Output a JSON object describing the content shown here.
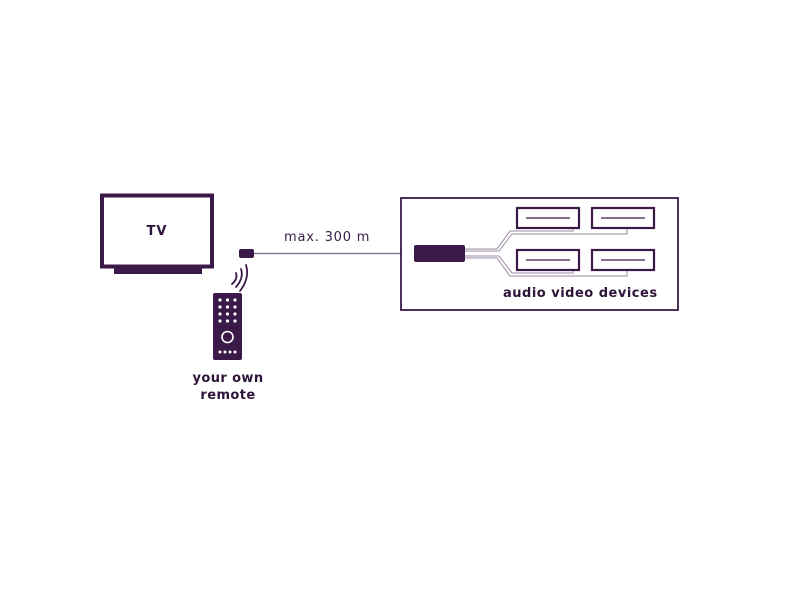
{
  "diagram": {
    "tv_label": "TV",
    "cable_label": "max. 300 m",
    "devices_label": "audio video devices",
    "remote_label_line1": "your own",
    "remote_label_line2": "remote"
  },
  "colors": {
    "primary": "#3b1a4a",
    "wire": "#9a8aa3",
    "background": "#ffffff"
  },
  "icons": [
    "tv-icon",
    "ir-receiver-icon",
    "ir-signal-icon",
    "remote-control-icon",
    "ir-hub-icon",
    "av-device-icon"
  ]
}
